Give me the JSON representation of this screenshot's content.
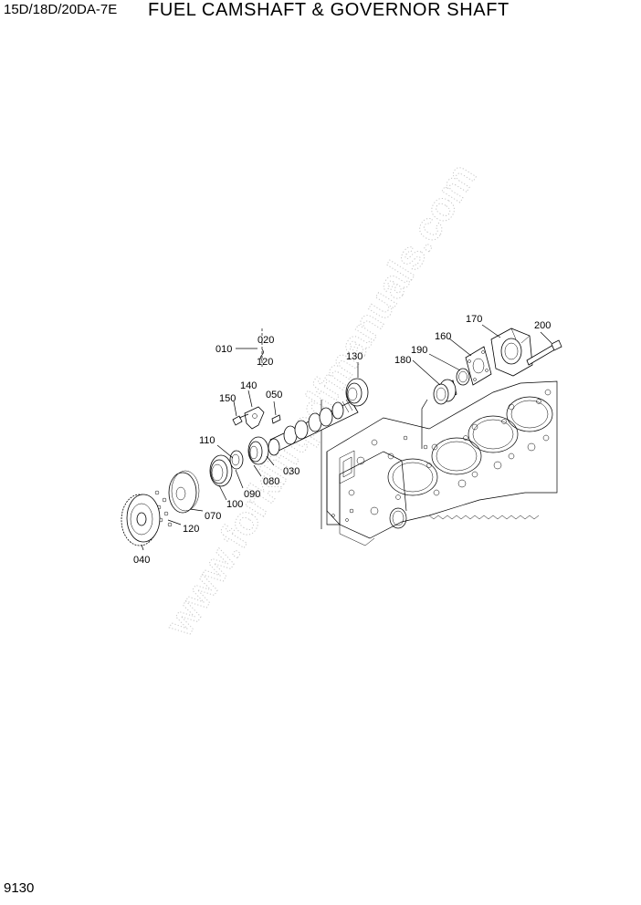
{
  "header": {
    "model": "15D/18D/20DA-7E",
    "title": "FUEL CAMSHAFT & GOVERNOR SHAFT"
  },
  "footer": {
    "page_number": "9130"
  },
  "watermark": "www.forkliftpdfmanuals.com",
  "callouts": {
    "c010": "010",
    "c020": "020",
    "c120a": "120",
    "c030": "030",
    "c040": "040",
    "c050": "050",
    "c070": "070",
    "c080": "080",
    "c090": "090",
    "c100": "100",
    "c110": "110",
    "c120b": "120",
    "c130": "130",
    "c140": "140",
    "c150": "150",
    "c160": "160",
    "c170": "170",
    "c180": "180",
    "c190": "190",
    "c200": "200"
  }
}
